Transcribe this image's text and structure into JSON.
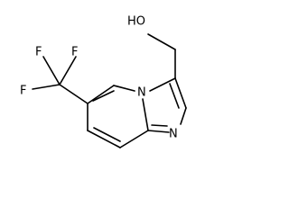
{
  "structure": {
    "labels": {
      "hydroxyl": "HO",
      "ring_nitrogen": "N",
      "imine_nitrogen": "N",
      "fluorine_1": "F",
      "fluorine_2": "F",
      "fluorine_3": "F"
    }
  }
}
